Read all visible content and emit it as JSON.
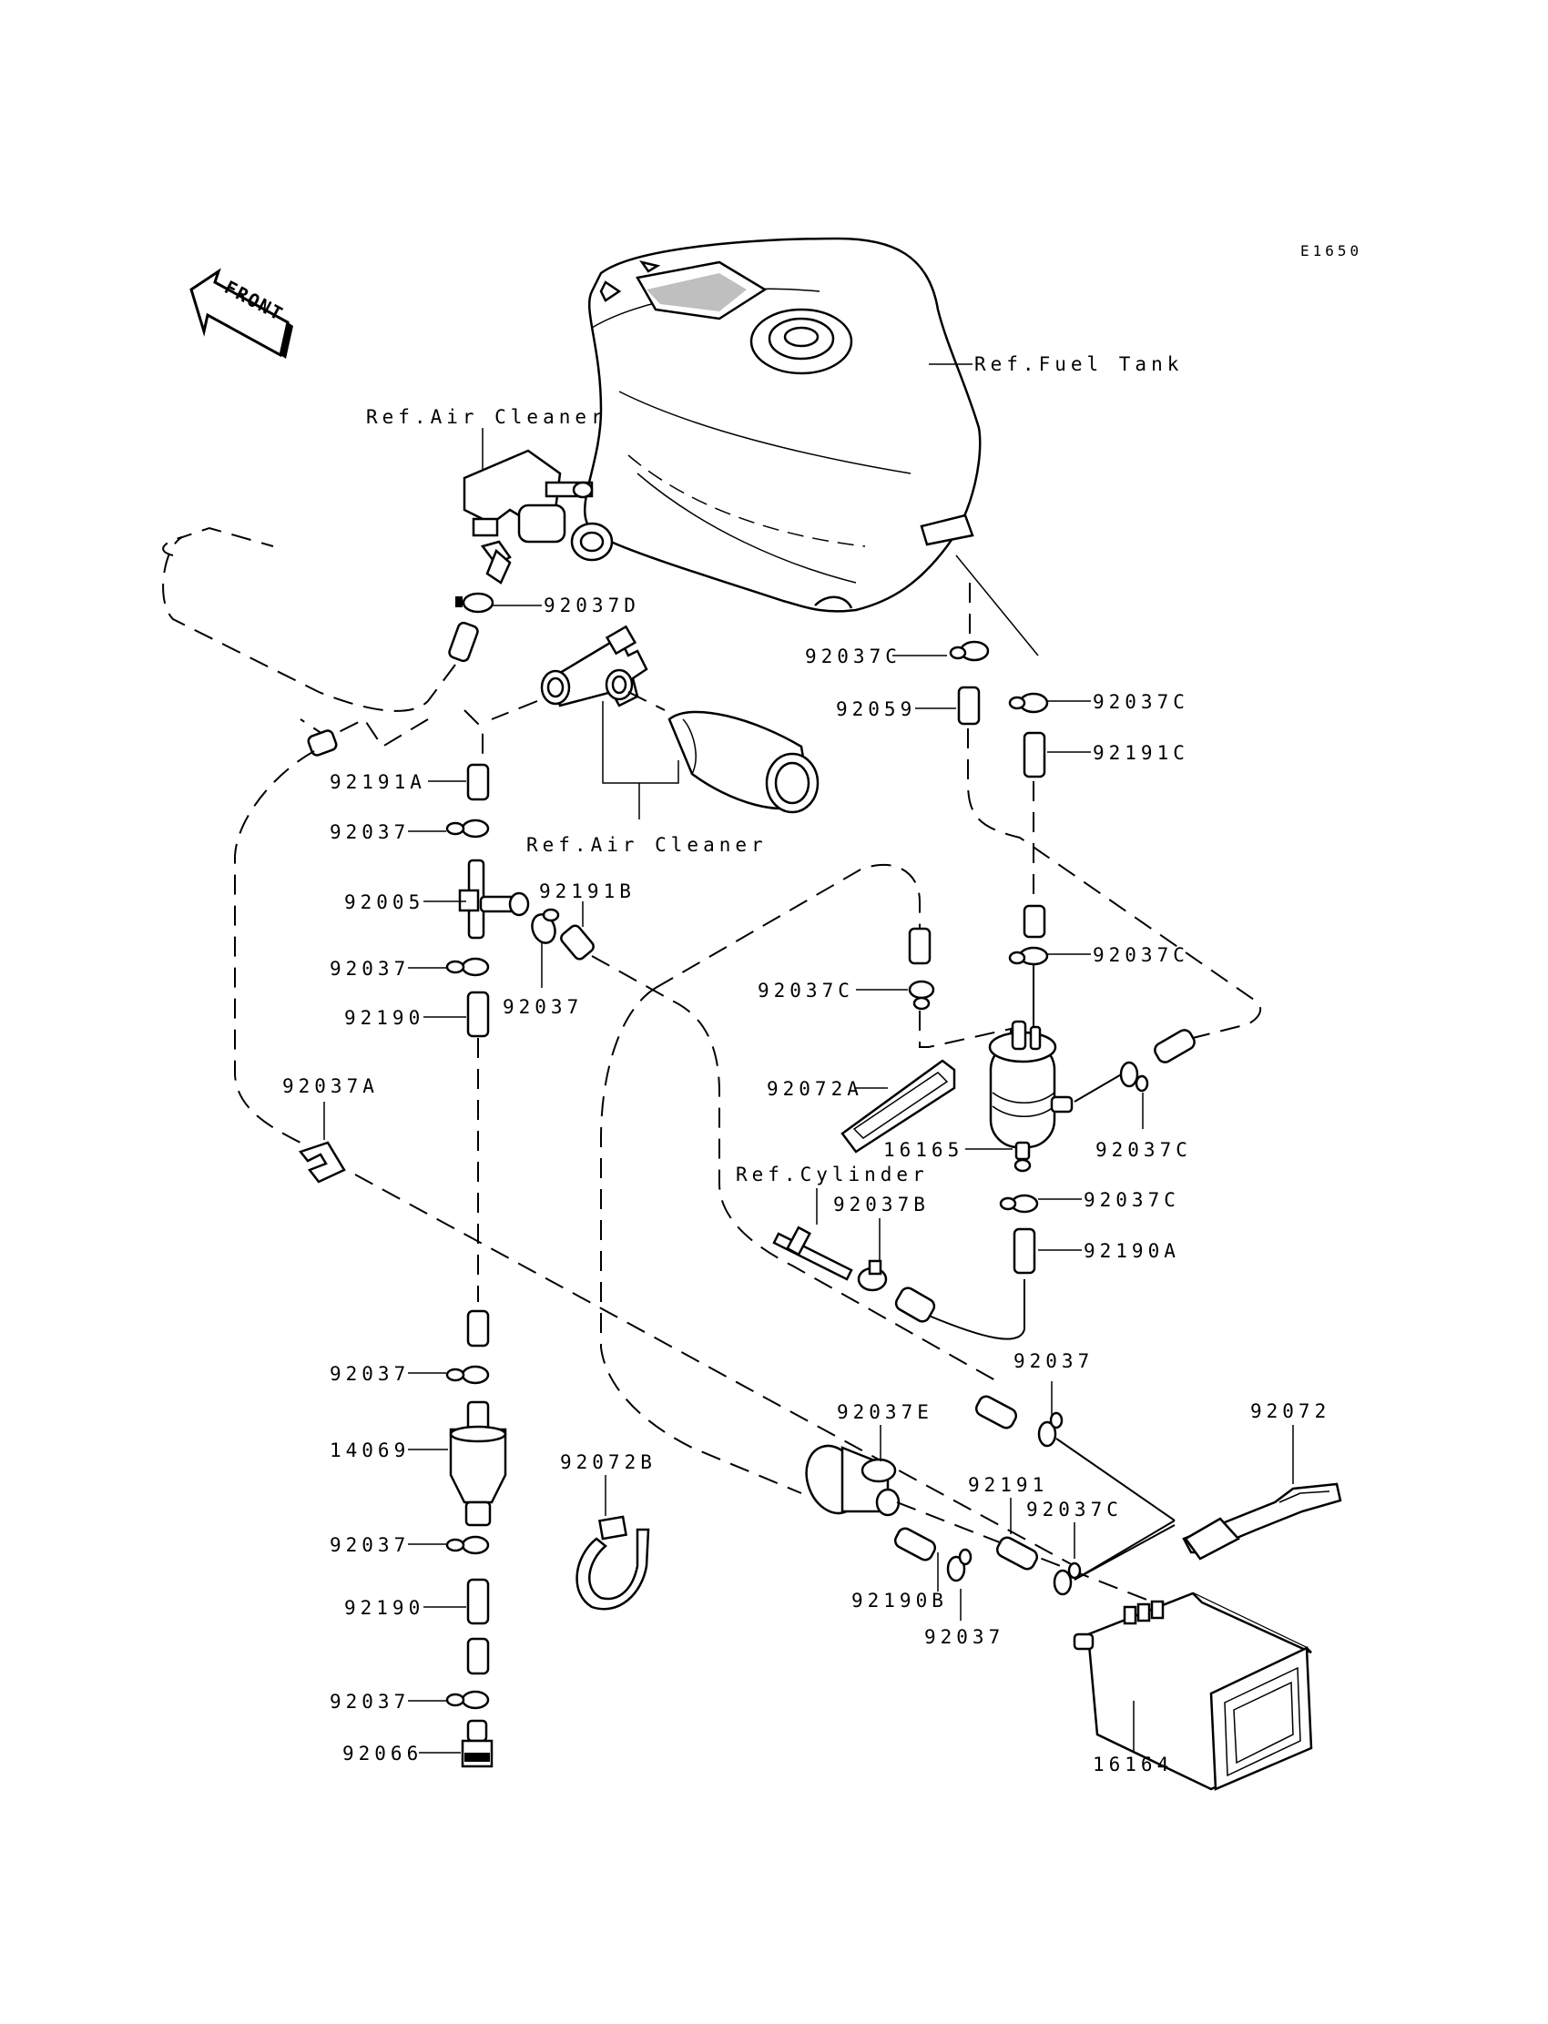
{
  "diagram_code": "E1650",
  "front_arrow_label": "FRONT",
  "refs": {
    "fuel_tank": "Ref.Fuel Tank",
    "air_cleaner_top": "Ref.Air Cleaner",
    "air_cleaner_mid": "Ref.Air Cleaner",
    "cylinder": "Ref.Cylinder"
  },
  "callouts": {
    "p92037D": "92037D",
    "p92037C_a": "92037C",
    "p92059": "92059",
    "p92037C_b": "92037C",
    "p92191C": "92191C",
    "p92191A": "92191A",
    "p92037_a": "92037",
    "p92005": "92005",
    "p92191B": "92191B",
    "p92037_b": "92037",
    "p92037_c": "92037",
    "p92190_a": "92190",
    "p92037C_c": "92037C",
    "p92037C_d": "92037C",
    "p92037A": "92037A",
    "p92072A": "92072A",
    "p16165": "16165",
    "p92037C_e": "92037C",
    "p92037B": "92037B",
    "p92037C_f": "92037C",
    "p92190A": "92190A",
    "p92037_d": "92037",
    "p92037_e": "92037",
    "p92037E": "92037E",
    "p92072": "92072",
    "p14069": "14069",
    "p92072B": "92072B",
    "p92191": "92191",
    "p92037C_g": "92037C",
    "p92037_f": "92037",
    "p92190B": "92190B",
    "p92190_b": "92190",
    "p92037_g": "92037",
    "p92037_h": "92037",
    "p92066": "92066",
    "p16164": "16164"
  }
}
